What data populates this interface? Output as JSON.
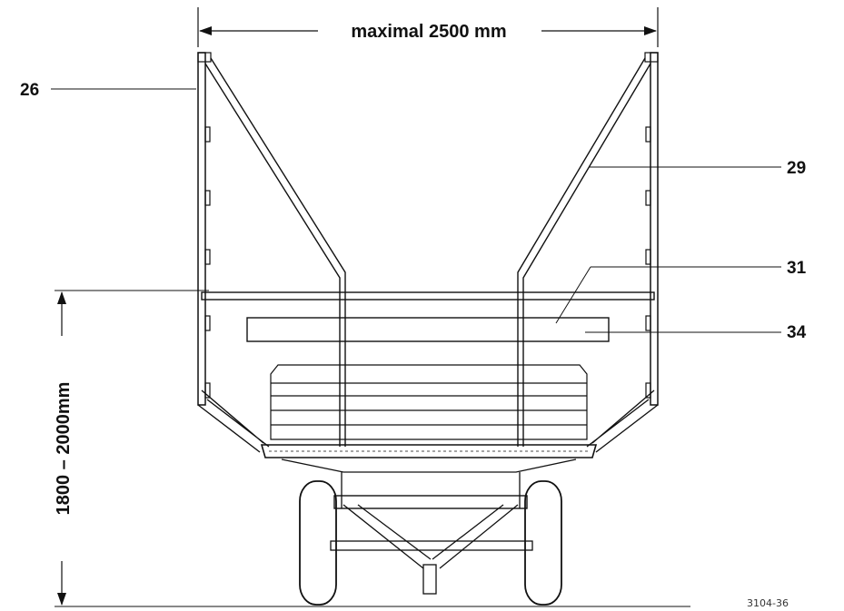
{
  "dimensions": {
    "width_label": "maximal 2500 mm",
    "height_label": "1800 – 2000mm"
  },
  "callouts": {
    "c26": "26",
    "c29": "29",
    "c31": "31",
    "c34": "34"
  },
  "figure_ref": "3104-36"
}
